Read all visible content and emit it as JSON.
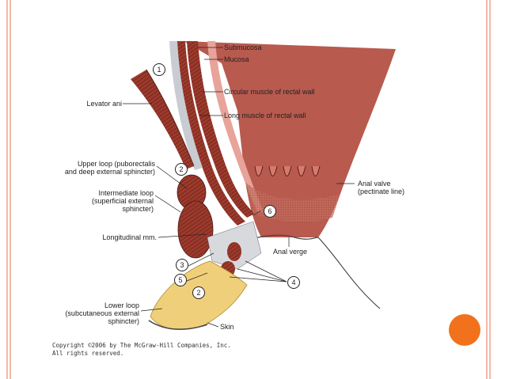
{
  "labels": {
    "submucosa": "Submucosa",
    "mucosa": "Mucosa",
    "circular_muscle": "Circular muscle of rectal wall",
    "long_muscle": "Long muscle of rectal wall",
    "levator_ani": "Levator ani",
    "upper_loop": "Upper loop (puborectalis\nand deep external sphincter)",
    "intermediate_loop": "Intermediate loop\n(superficial external\nsphincter)",
    "longitudinal_mm": "Longitudinal mm.",
    "anal_valve": "Anal valve\n(pectinate line)",
    "anal_verge": "Anal verge",
    "lower_loop": "Lower loop\n(subcutaneous external\nsphincter)",
    "skin": "Skin"
  },
  "numbers": {
    "n1": "1",
    "n2_upper": "2",
    "n2_lower": "2",
    "n3": "3",
    "n4": "4",
    "n5": "5",
    "n6": "6"
  },
  "copyright": "Copyright ©2006 by The McGraw-Hill Companies, Inc.\nAll rights reserved.",
  "colors": {
    "accent_border": "#f3b9a6",
    "orange_dot": "#f2711c",
    "rectal_wall": "#b85a4e",
    "fat": "#efcf7a"
  }
}
